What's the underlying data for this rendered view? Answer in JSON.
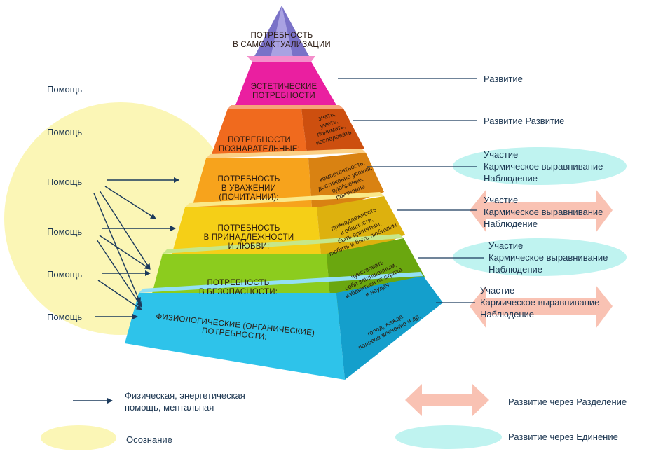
{
  "levels": [
    {
      "id": "self_actualization",
      "title_lines": [
        "ПОТРЕБНОСТЬ",
        "В САМОАКТУАЛИЗАЦИИ"
      ],
      "side_lines": [],
      "front_color": "#7a72c8",
      "side_color": "#5a52a8"
    },
    {
      "id": "aesthetic",
      "title_lines": [
        "ЭСТЕТИЧЕСКИЕ",
        "ПОТРЕБНОСТИ"
      ],
      "side_lines": [],
      "front_color": "#ea1fa0",
      "side_color": "#c7147f"
    },
    {
      "id": "cognitive",
      "title_lines": [
        "ПОТРЕБНОСТИ",
        "ПОЗНАВАТЕЛЬНЫЕ:"
      ],
      "side_lines": [
        "знать,",
        "уметь,",
        "понимать,",
        "исследовать"
      ],
      "front_color": "#f06a1e",
      "side_color": "#cd4f0f"
    },
    {
      "id": "esteem",
      "title_lines": [
        "ПОТРЕБНОСТЬ",
        "В УВАЖЕНИИ",
        "(ПОЧИТАНИИ):"
      ],
      "side_lines": [
        "компетентность,",
        "достижение успеха,",
        "одобрение,",
        "признание"
      ],
      "front_color": "#f7a31c",
      "side_color": "#d98212"
    },
    {
      "id": "belonging",
      "title_lines": [
        "ПОТРЕБНОСТЬ",
        "В ПРИНАДЛЕЖНОСТИ",
        "И ЛЮБВИ:"
      ],
      "side_lines": [
        "принадлежность",
        "к общности,",
        "быть принятым,",
        "любить и быть любимым"
      ],
      "front_color": "#f5cf17",
      "side_color": "#ddb10e"
    },
    {
      "id": "safety",
      "title_lines": [
        "ПОТРЕБНОСТЬ",
        "В БЕЗОПАСНОСТИ:"
      ],
      "side_lines": [
        "чувствовать",
        "себя защищенным,",
        "избавиться от страха",
        "и неудач"
      ],
      "front_color": "#8ccc1e",
      "side_color": "#6aa70f"
    },
    {
      "id": "physiological",
      "title_lines": [
        "ФИЗИОЛОГИЧЕСКИЕ (ОРГАНИЧЕСКИЕ)",
        "ПОТРЕБНОСТИ:"
      ],
      "side_lines": [
        "голод, жажда,",
        "половое влечение и др."
      ],
      "front_color": "#2ec3ea",
      "side_color": "#149fcc"
    }
  ],
  "left_labels": [
    "Помощь",
    "Помощь",
    "Помощь",
    "Помощь",
    "Помощь",
    "Помощь"
  ],
  "right_labels": [
    {
      "lines": [
        "Развитие"
      ],
      "marker": "none"
    },
    {
      "lines": [
        "Развитие Развитие"
      ],
      "marker": "none"
    },
    {
      "lines": [
        "Участие",
        "Кармическое выравнивание",
        "Наблюдение"
      ],
      "marker": "ellipse"
    },
    {
      "lines": [
        "Участие",
        "Кармическое выравнивание",
        "Наблюдение"
      ],
      "marker": "arrow"
    },
    {
      "lines": [
        "Участие",
        "Кармическое выравнивание",
        "Наблюдение"
      ],
      "marker": "ellipse"
    },
    {
      "lines": [
        "Участие",
        "Кармическое выравнивание",
        "Наблюдение"
      ],
      "marker": "arrow"
    }
  ],
  "legend": {
    "help_lines": [
      "Физическая, энергетическая",
      "помощь, ментальная"
    ],
    "awareness": "Осознание",
    "separation": "Развитие через Разделение",
    "unity": "Развитие через Единение"
  },
  "colors": {
    "awareness_fill": "#fbf6b6",
    "unity_fill": "#bff3f0",
    "separation_fill": "#f9c2b3",
    "line": "#1b3a5c",
    "text": "#1b3550"
  }
}
